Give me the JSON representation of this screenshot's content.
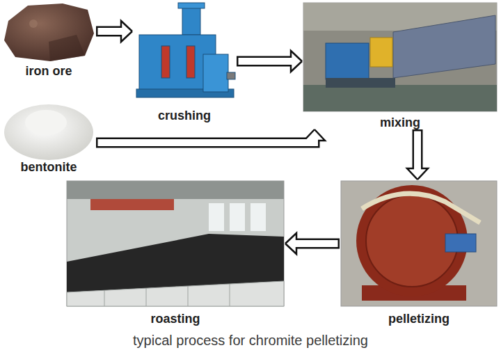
{
  "diagram": {
    "caption": "typical process for chromite pelletizing",
    "nodes": [
      {
        "text": [
          "iron ore"
        ]
      },
      {
        "text": [
          "crushing"
        ]
      },
      {
        "text": [
          "mixing"
        ]
      },
      {
        "text": [
          "bentonite"
        ]
      },
      {
        "text": [
          "roasting"
        ]
      },
      {
        "text": [
          "pelletizing"
        ]
      }
    ],
    "edges": [
      {
        "from": 0,
        "to": 1,
        "arrow": "to"
      },
      {
        "from": 1,
        "to": 2,
        "arrow": "to"
      },
      {
        "from": 3,
        "to": 2,
        "arrow": "to"
      },
      {
        "from": 2,
        "to": 5,
        "arrow": "to"
      },
      {
        "from": 5,
        "to": 4,
        "arrow": "to"
      }
    ]
  }
}
